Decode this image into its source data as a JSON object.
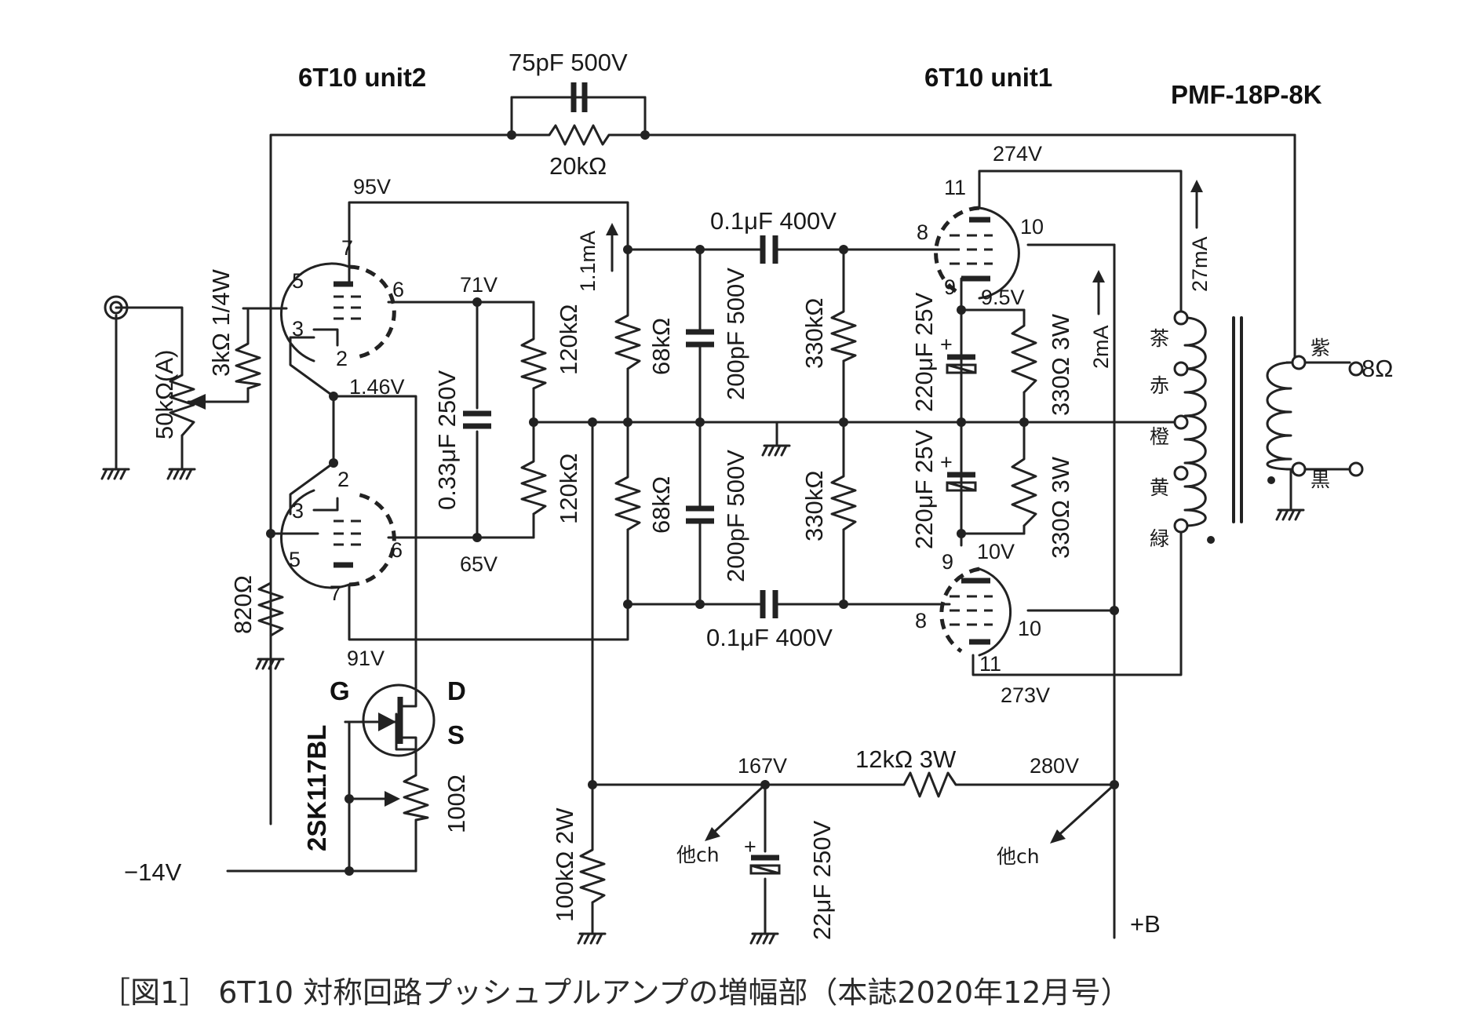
{
  "tubes": {
    "unit2": "6T10 unit2",
    "unit1": "6T10 unit1"
  },
  "transformer": {
    "model": "PMF-18P-8K",
    "impedance": "8Ω",
    "lead_colors": [
      "茶",
      "赤",
      "橙",
      "黄",
      "緑"
    ],
    "secondary_colors": [
      "紫",
      "黒"
    ]
  },
  "components": {
    "feedback_cap": "75pF 500V",
    "feedback_res": "20kΩ",
    "input_pot": "50kΩ(A)",
    "input_res": "3kΩ 1/4W",
    "cathode_res": "820Ω",
    "coupling_cap_top": "0.1μF 400V",
    "coupling_cap_bottom": "0.1μF 400V",
    "cap_033": "0.33μF 250V",
    "r120_top": "120kΩ",
    "r120_bottom": "120kΩ",
    "r68_top": "68kΩ",
    "r68_bottom": "68kΩ",
    "c200_top": "200pF 500V",
    "c200_bottom": "200pF 500V",
    "r330k_top": "330kΩ",
    "r330k_bottom": "330kΩ",
    "c220_top": "220μF 25V",
    "c220_bottom": "220μF 25V",
    "r330_top": "330Ω 3W",
    "r330_bottom": "330Ω 3W",
    "fet": "2SK117BL",
    "fet_g": "G",
    "fet_d": "D",
    "fet_s": "S",
    "r100": "100Ω",
    "r100k": "100kΩ 2W",
    "c22": "22μF 250V",
    "r12k": "12kΩ 3W"
  },
  "voltages": {
    "v95": "95V",
    "v71": "71V",
    "v146": "1.46V",
    "v65": "65V",
    "v91": "91V",
    "v274": "274V",
    "v95b": "9.5V",
    "v10": "10V",
    "v273": "273V",
    "v167": "167V",
    "v280": "280V",
    "vneg14": "−14V",
    "vB": "+B"
  },
  "currents": {
    "i11": "1.1mA",
    "i27": "27mA",
    "i2": "2mA"
  },
  "pins": {
    "u2_top": [
      "7",
      "5",
      "6",
      "3",
      "2"
    ],
    "u2_bot": [
      "2",
      "3",
      "5",
      "6",
      "7"
    ],
    "u1_top": [
      "11",
      "8",
      "10",
      "9"
    ],
    "u1_bot": [
      "9",
      "8",
      "10",
      "11"
    ]
  },
  "other_ch_1": "他ch",
  "other_ch_2": "他ch",
  "caption": "［図1］ 6T10 対称回路プッシュプルアンプの増幅部（本誌2020年12月号）"
}
